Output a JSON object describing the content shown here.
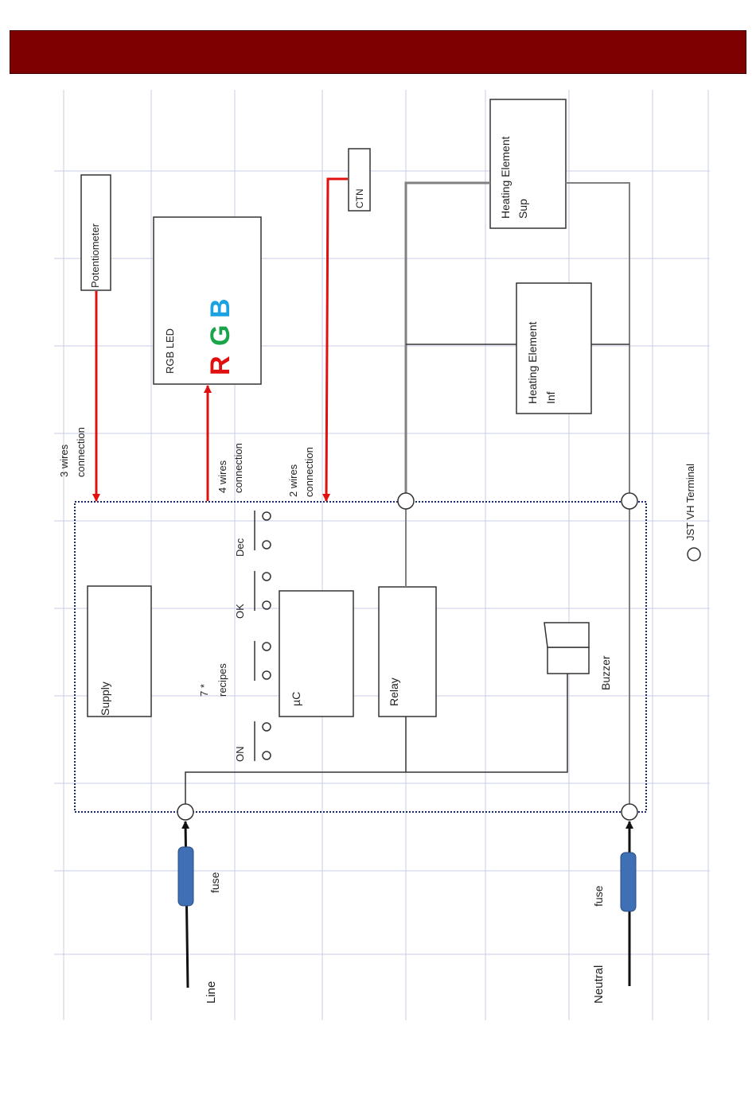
{
  "banner": {
    "color": "#7f0000"
  },
  "colors": {
    "grid": "#c9cde6",
    "signal_wire": "#e01010",
    "power_wire": "#808080",
    "fuse": "#3f6fb5",
    "rgb_r": "#e01010",
    "rgb_g": "#19a44a",
    "rgb_b": "#1aa3e0"
  },
  "components": {
    "potentiometer": "Potentiometer",
    "rgb_led": "RGB LED",
    "rgb_r": "R",
    "rgb_g": "G",
    "rgb_b": "B",
    "ctn": "CTN",
    "heater_sup_1": "Heating Element",
    "heater_sup_2": "Sup",
    "heater_inf_1": "Heating Element",
    "heater_inf_2": "Inf",
    "supply": "Supply",
    "uc": "µC",
    "relay": "Relay",
    "buzzer": "Buzzer"
  },
  "connections": {
    "pot_1": "3 wires",
    "pot_2": "connection",
    "led_1": "4 wires",
    "led_2": "connection",
    "ctn_1": "2 wires",
    "ctn_2": "connection"
  },
  "buttons": {
    "dec": "Dec",
    "ok": "OK",
    "recipes_1": "7 *",
    "recipes_2": "recipes",
    "on": "ON"
  },
  "inputs": {
    "line": "Line",
    "neutral": "Neutral",
    "fuse_line": "fuse",
    "fuse_neutral": "fuse"
  },
  "legend": {
    "terminal": "JST VH Terminal"
  }
}
